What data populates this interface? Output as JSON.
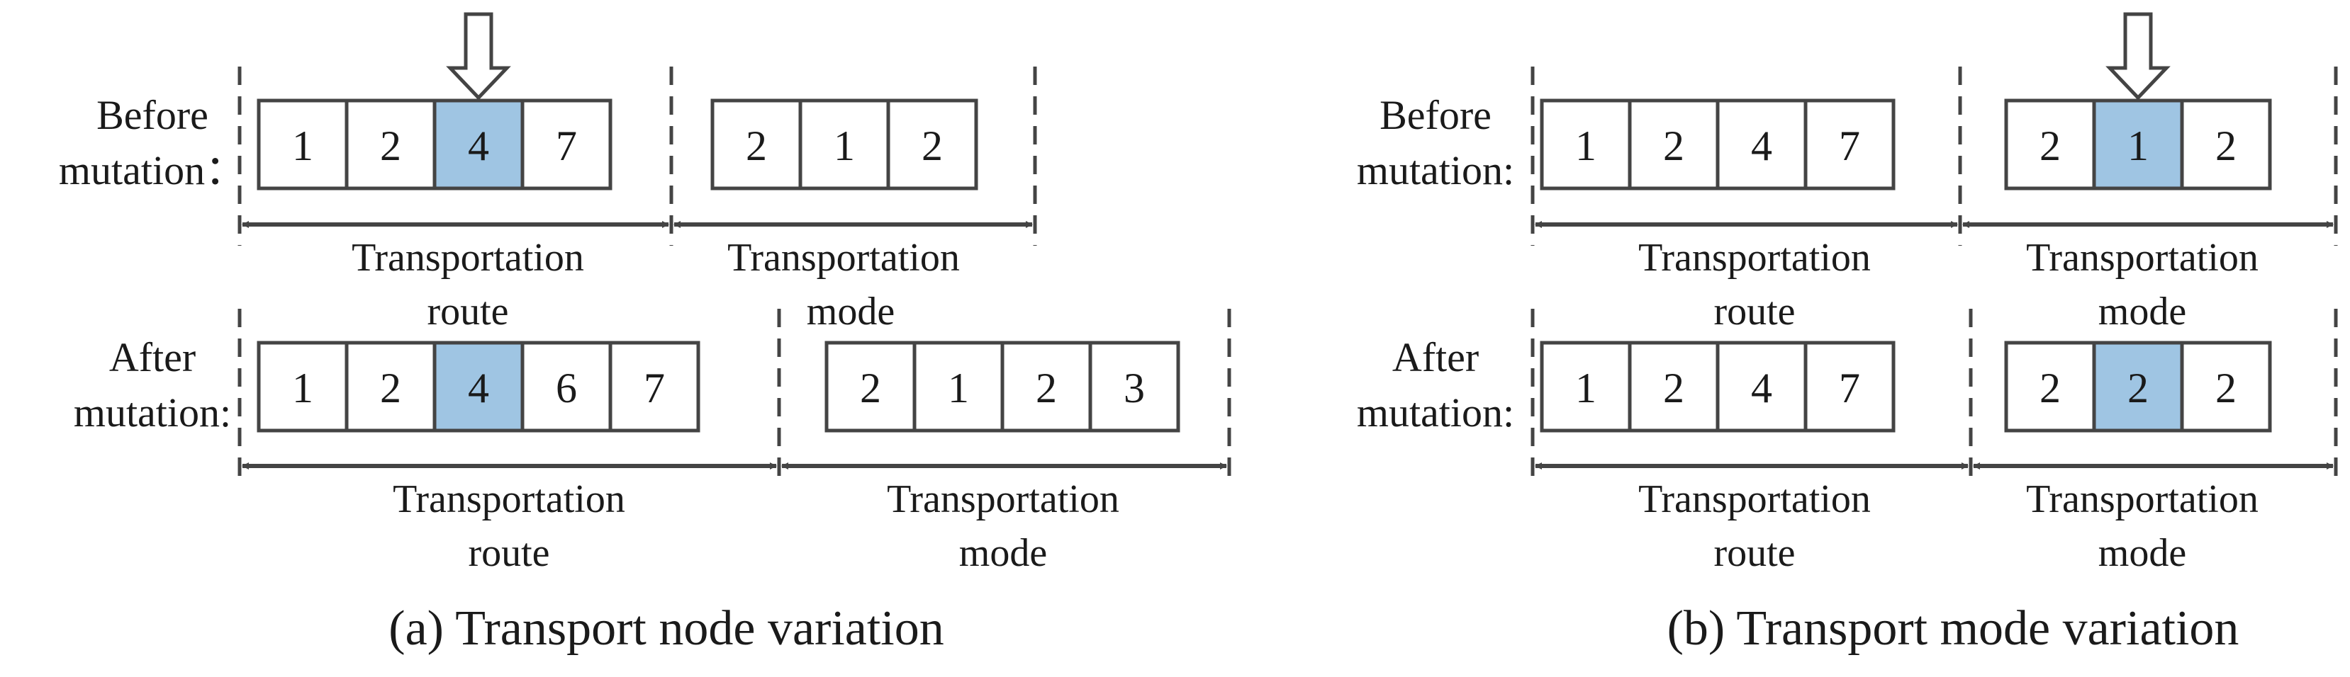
{
  "highlight_color": "#9fc5e3",
  "panels": [
    {
      "caption": "(a) Transport node variation",
      "before": {
        "label_1": "Before",
        "label_2": "mutation：",
        "route_cells": [
          "1",
          "2",
          "4",
          "7"
        ],
        "mode_cells": [
          "2",
          "1",
          "2"
        ],
        "route_label_1": "Transportation",
        "route_label_2": "route",
        "mode_label_1": "Transportation",
        "mode_label_2": "mode",
        "highlight": "route-2"
      },
      "after": {
        "label_1": "After",
        "label_2": "mutation:",
        "route_cells": [
          "1",
          "2",
          "4",
          "6",
          "7"
        ],
        "mode_cells": [
          "2",
          "1",
          "2",
          "3"
        ],
        "route_label_1": "Transportation",
        "route_label_2": "route",
        "mode_label_1": "Transportation",
        "mode_label_2": "mode",
        "highlight": "route-2"
      },
      "pointer": "before-route-2"
    },
    {
      "caption": "(b) Transport mode variation",
      "before": {
        "label_1": "Before",
        "label_2": "mutation:",
        "route_cells": [
          "1",
          "2",
          "4",
          "7"
        ],
        "mode_cells": [
          "2",
          "1",
          "2"
        ],
        "route_label_1": "Transportation",
        "route_label_2": "route",
        "mode_label_1": "Transportation",
        "mode_label_2": "mode",
        "highlight": "mode-1"
      },
      "after": {
        "label_1": "After",
        "label_2": "mutation:",
        "route_cells": [
          "1",
          "2",
          "4",
          "7"
        ],
        "mode_cells": [
          "2",
          "2",
          "2"
        ],
        "route_label_1": "Transportation",
        "route_label_2": "route",
        "mode_label_1": "Transportation",
        "mode_label_2": "mode",
        "highlight": "mode-1"
      },
      "pointer": "before-mode-1"
    }
  ]
}
